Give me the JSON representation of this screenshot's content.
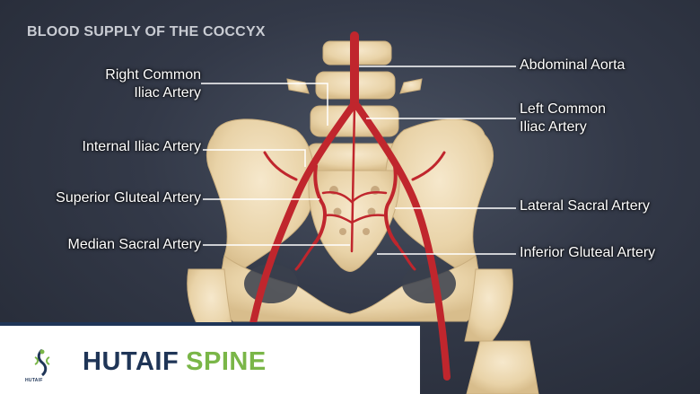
{
  "title": "BLOOD SUPPLY OF THE COCCYX",
  "labels": {
    "right_common_iliac_line1": "Right Common",
    "right_common_iliac_line2": "Iliac Artery",
    "internal_iliac": "Internal Iliac Artery",
    "superior_gluteal": "Superior Gluteal Artery",
    "median_sacral": "Median Sacral Artery",
    "abdominal_aorta": "Abdominal Aorta",
    "left_common_iliac_line1": "Left Common",
    "left_common_iliac_line2": "Iliac Artery",
    "lateral_sacral": "Lateral Sacral Artery",
    "inferior_gluteal": "Inferior Gluteal Artery"
  },
  "brand": {
    "name_part1": "HUTAIF",
    "name_part2": "SPINE",
    "logo_text": "HUTAIF",
    "color_primary": "#1f3557",
    "color_accent": "#7ab648"
  },
  "colors": {
    "bone": "#efdcb8",
    "artery": "#c0262d",
    "leader_line": "#ffffff"
  }
}
